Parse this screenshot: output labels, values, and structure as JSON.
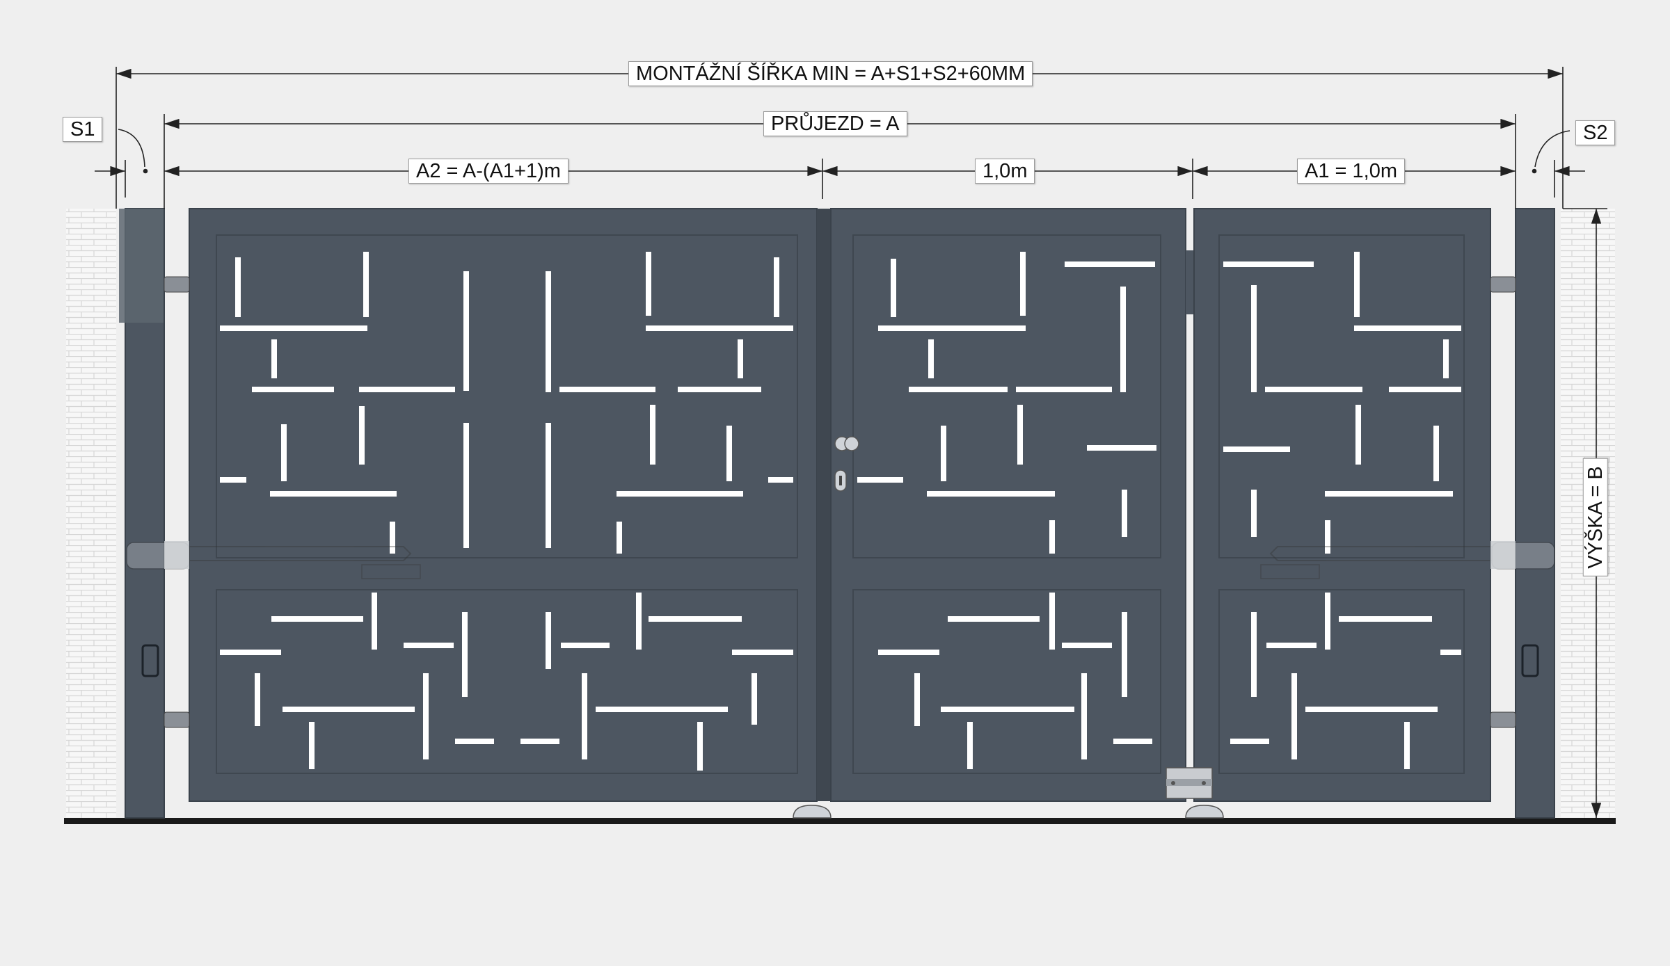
{
  "dimensions": {
    "mounting_width": "MONTÁŽNÍ ŠÍŘKA MIN = A+S1+S2+60MM",
    "passage": "PRŮJEZD = A",
    "leaf_a2": "A2 = A-(A1+1)m",
    "leaf_middle": "1,0m",
    "leaf_a1": "A1 = 1,0m",
    "height": "VÝŠKA = B",
    "gap_left": "S1",
    "gap_right": "S2"
  },
  "colors": {
    "background": "#efefef",
    "panel": "#4d5661",
    "panel_edge": "#3a424b",
    "cutout": "#ffffff",
    "wall": "#f7f7f7",
    "brick_line": "#d8d8d8",
    "ground": "#1a1a1a",
    "dimension_line": "#222222"
  }
}
